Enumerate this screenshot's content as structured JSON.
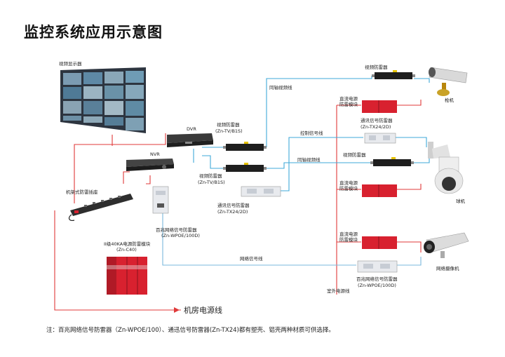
{
  "title": "监控系统应用示意图",
  "labels": {
    "video_wall": "视频显示器",
    "dvr": "DVR",
    "nvr": "NVR",
    "rack_pdu": "机架式防雷插座",
    "spd_class2": "II级40KA电源防雷模块",
    "spd_class2_model": "(Zn-C40)",
    "video_spd_1": "视频防雷器",
    "video_spd_1_model": "(Zn-TV/B1S)",
    "video_spd_2": "视频防雷器",
    "video_spd_2_model": "(Zn-TV/B1S)",
    "comm_spd": "通讯信号防雷器",
    "comm_spd_model": "(Zn-TX24/2D)",
    "net_spd": "百兆网络信号防雷器",
    "net_spd_model": "(Zn-WPOE/100D)",
    "coax_video_line_1": "同轴视频线",
    "control_signal_line": "控制信号线",
    "coax_video_line_2": "同轴视频线",
    "network_signal_line": "网络信号线",
    "outdoor_power_line": "室外电源线",
    "room_power_line": "机房电源线",
    "r_video_spd_top": "视频防雷器",
    "dc_spd_1": "直流电源\n防雷模块",
    "r_comm_spd": "通讯信号防雷器",
    "r_comm_spd_model": "(Zn-TX24/2D)",
    "r_video_spd_mid": "视频防雷器",
    "dc_spd_2": "直流电源\n防雷模块",
    "dc_spd_3": "直流电源\n防雷模块",
    "r_net_spd": "百兆网络信号防雷器",
    "r_net_spd_model": "(Zn-WPOE/100D)",
    "gun_camera": "枪机",
    "dome_camera": "球机",
    "ip_camera": "网络摄像机"
  },
  "note": "注：百兆网络信号防雷器（Zn-WPOE/100）、通迅信号防雷器(Zn-TX24)都有塑壳、铝壳两种材质可供选择。",
  "colors": {
    "power_line": "#e03a3a",
    "video_line": "#3fa9d8",
    "network_line": "#7ab8dc",
    "spd_red": "#d8212f",
    "device_dark": "#2b2b2b"
  }
}
